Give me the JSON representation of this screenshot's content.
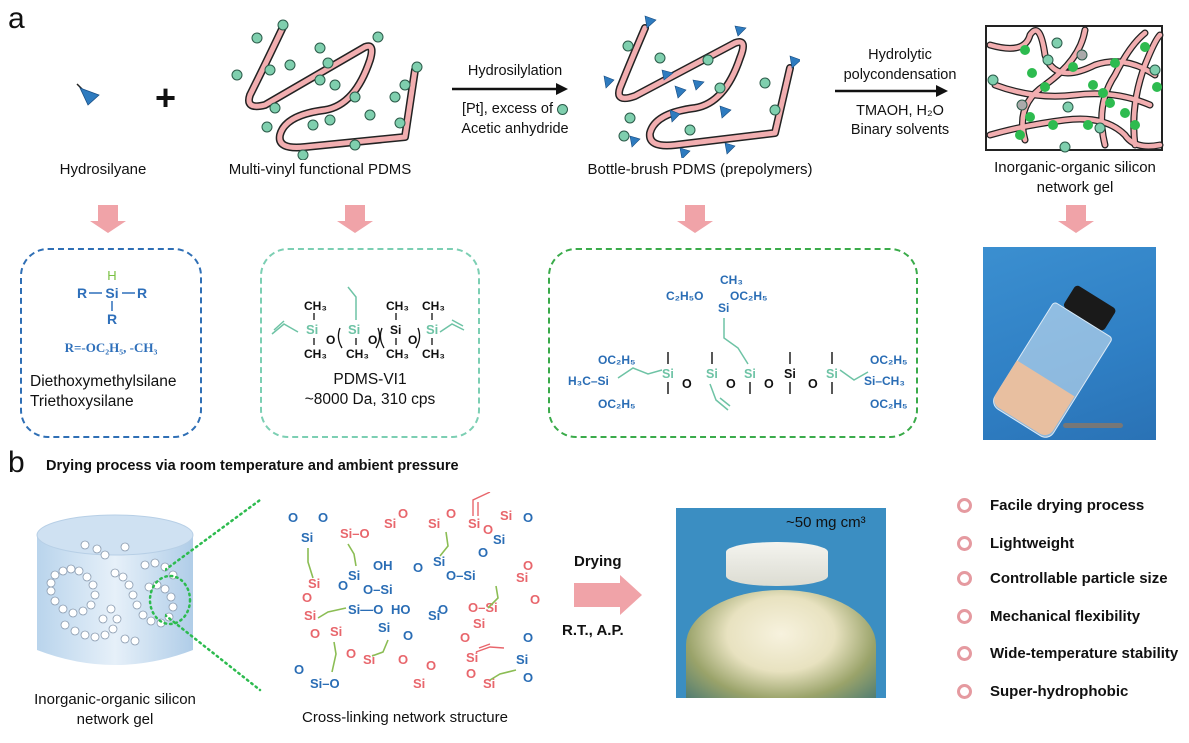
{
  "panel_a": {
    "letter": "a",
    "hydrosilyane_label": "Hydrosilyane",
    "plus": "+",
    "pdms_label": "Multi-vinyl functional PDMS",
    "step1": {
      "above": "Hydrosilylation",
      "below_line1": "[Pt],  excess of",
      "below_line2": "Acetic anhydride"
    },
    "bottlebrush_label": "Bottle-brush PDMS (prepolymers)",
    "step2": {
      "above_line1": "Hydrolytic",
      "above_line2": "polycondensation",
      "below_line1": "TMAOH, H₂O",
      "below_line2": "Binary solvents"
    },
    "gel_label_line1": "Inorganic-organic silicon",
    "gel_label_line2": "network gel",
    "box1": {
      "formula_h": "H",
      "formula_si": "Si",
      "formula_r": "R",
      "r_definition": "R=-OC₂H₅, -CH₃",
      "line1": "Diethoxymethylsilane",
      "line2": "Triethoxysilane",
      "border_color": "#2f6fb5"
    },
    "box2": {
      "name": "PDMS-VI1",
      "spec": "~8000 Da, 310 cps",
      "border_color": "#7ccfb3"
    },
    "box3": {
      "border_color": "#3aab4a"
    }
  },
  "panel_b": {
    "letter": "b",
    "title": "Drying process via room temperature and ambient pressure",
    "gel_label_line1": "Inorganic-organic silicon",
    "gel_label_line2": "network gel",
    "network_label": "Cross-linking network structure",
    "drying_above": "Drying",
    "drying_below": "R.T.,  A.P.",
    "density_label": "~50 mg cm³",
    "properties": [
      "Facile drying process",
      "Lightweight",
      "Controllable particle size",
      "Mechanical flexibility",
      "Wide-temperature stability",
      "Super-hydrophobic"
    ]
  },
  "colors": {
    "chain_pink": "#f2aeb0",
    "vinyl_green": "#7fcfae",
    "hydrosilane_blue": "#2e7bbf",
    "crosslink_green": "#2dbb4f",
    "arrow_pink": "#f0a3a8",
    "chem_blue": "#2a6db5",
    "chem_red": "#e8666c",
    "chem_teal": "#6ec3a5",
    "bullet_pink": "#e59aa0"
  }
}
